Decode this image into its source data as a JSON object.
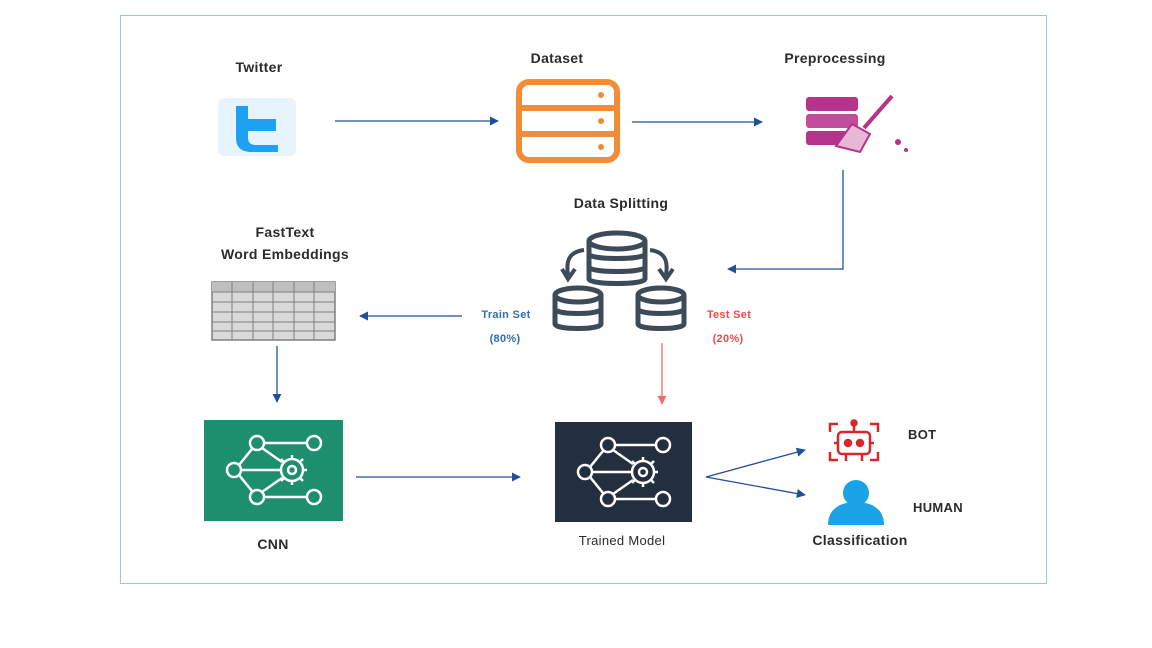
{
  "nodes": {
    "twitter": "Twitter",
    "dataset": "Dataset",
    "preprocessing": "Preprocessing",
    "data_splitting": "Data Splitting",
    "fasttext_line1": "FastText",
    "fasttext_line2": "Word Embeddings",
    "cnn": "CNN",
    "trained_model": "Trained Model",
    "bot": "BOT",
    "human": "HUMAN",
    "classification": "Classification"
  },
  "edges": {
    "train_set": "Train Set",
    "train_pct": "(80%)",
    "test_set": "Test Set",
    "test_pct": "(20%)"
  },
  "colors": {
    "arrow": "#1f4e9a",
    "test_arrow": "#f26b6b",
    "twitter": "#1da1f2",
    "dataset": "#f28c38",
    "preprocessing": "#b5338a",
    "splitting": "#3d4a57",
    "cnn_bg": "#1d8f6e",
    "model_bg": "#232f3e",
    "bot": "#d7262e",
    "human": "#1ba3e8",
    "train_label": "#2e6fb5",
    "test_label": "#e84b4b"
  },
  "icons": {
    "twitter": "twitter-bird-icon",
    "dataset": "database-icon",
    "preprocessing": "database-broom-icon",
    "splitting": "database-split-icon",
    "fasttext": "embedding-grid-icon",
    "cnn": "neural-network-gear-icon",
    "model": "neural-network-gear-icon",
    "bot": "robot-icon",
    "human": "person-icon"
  }
}
